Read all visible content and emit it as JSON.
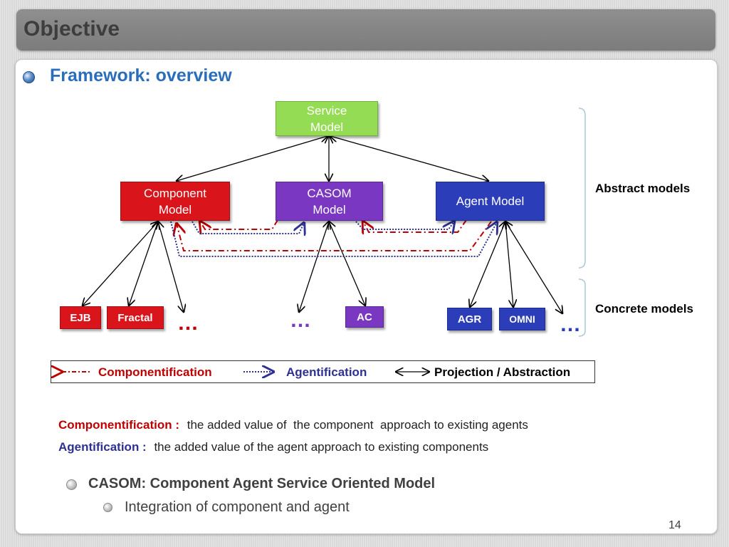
{
  "slide": {
    "title": "Objective",
    "page_number": "14"
  },
  "section": {
    "heading": "Framework: overview"
  },
  "diagram": {
    "service_model": "Service\nModel",
    "component_model": "Component\nModel",
    "casom_model": "CASOM\nModel",
    "agent_model": "Agent Model",
    "ejb": "EJB",
    "fractal": "Fractal",
    "ac": "AC",
    "agr": "AGR",
    "omni": "OMNI",
    "ellipsis": "…",
    "abstract_label": "Abstract models",
    "concrete_label": "Concrete models"
  },
  "legend": {
    "componentification": "Componentification",
    "agentification": "Agentification",
    "projection": "Projection / Abstraction"
  },
  "definitions": {
    "componentification_term": "Componentification :",
    "componentification_text": "the added value of  the component  approach to existing agents",
    "agentification_term": "Agentification :",
    "agentification_text": "the added value of the agent approach to existing components"
  },
  "bullets": {
    "casom": "CASOM: Component Agent Service Oriented Model",
    "integration": "Integration of component and agent"
  },
  "colors": {
    "heading_blue": "#2a6ebb",
    "component_red": "#d9141b",
    "casom_purple": "#7a38c2",
    "agent_blue": "#2b3db9",
    "service_green": "#94dc54",
    "agentification_navy": "#2e3192",
    "componentification_dark_red": "#c00000"
  }
}
